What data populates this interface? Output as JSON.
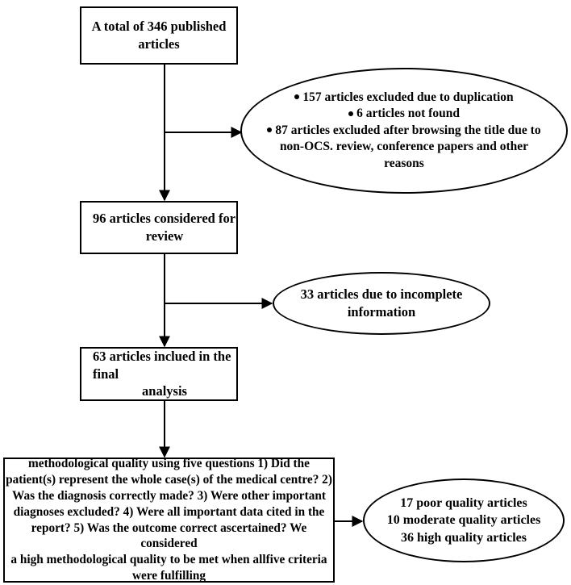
{
  "flowchart": {
    "start": {
      "lines": [
        "A total of  346 published",
        "articles"
      ]
    },
    "exclusion1": {
      "bullets": [
        "157 articles excluded due to duplication",
        "6 articles not found",
        "87 articles excluded after browsing the title due to"
      ],
      "continuation": [
        "non-OCS. review, conference papers and other",
        "reasons"
      ]
    },
    "review": {
      "lines": [
        "96 articles considered for",
        "review"
      ]
    },
    "exclusion2": {
      "lines": [
        "33 articles due to incomplete",
        "information"
      ]
    },
    "included": {
      "lines": [
        "63 articles inclued in the final",
        "analysis"
      ]
    },
    "quality": {
      "lines": [
        "methodological quality using five questions 1) Did the",
        "patient(s) represent the whole case(s) of the medical centre? 2)",
        "Was the diagnosis correctly made? 3) Were other important",
        "diagnoses excluded? 4) Were all important data cited in the",
        "report? 5) Was the outcome correct ascertained? We considered",
        "a high methodological quality to be met when allfive criteria",
        "were fulfilling"
      ]
    },
    "quality_results": {
      "lines": [
        "17 poor quality articles",
        "10  moderate quality articles",
        "36  high quality articles"
      ]
    }
  }
}
